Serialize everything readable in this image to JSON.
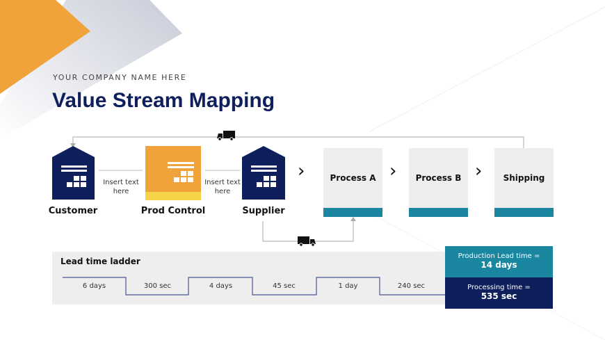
{
  "header": {
    "company": "YOUR COMPANY NAME HERE",
    "title": "Value Stream Mapping"
  },
  "nodes": [
    {
      "label": "Customer"
    },
    {
      "label": "Prod Control"
    },
    {
      "label": "Supplier"
    }
  ],
  "insert_texts": [
    "Insert text here",
    "Insert text here"
  ],
  "processes": [
    {
      "label": "Process A"
    },
    {
      "label": "Process B"
    },
    {
      "label": "Shipping"
    }
  ],
  "ladder": {
    "title": "Lead time ladder",
    "steps": [
      "6 days",
      "300 sec",
      "4 days",
      "45 sec",
      "1 day",
      "240 sec"
    ]
  },
  "summary": {
    "lead_label": "Production Lead time =",
    "lead_value": "14 days",
    "proc_label": "Processing time =",
    "proc_value": "535 sec"
  },
  "colors": {
    "navy": "#0f1f5c",
    "orange": "#f0a33a",
    "yellow": "#f5d547",
    "teal": "#1a86a0"
  }
}
